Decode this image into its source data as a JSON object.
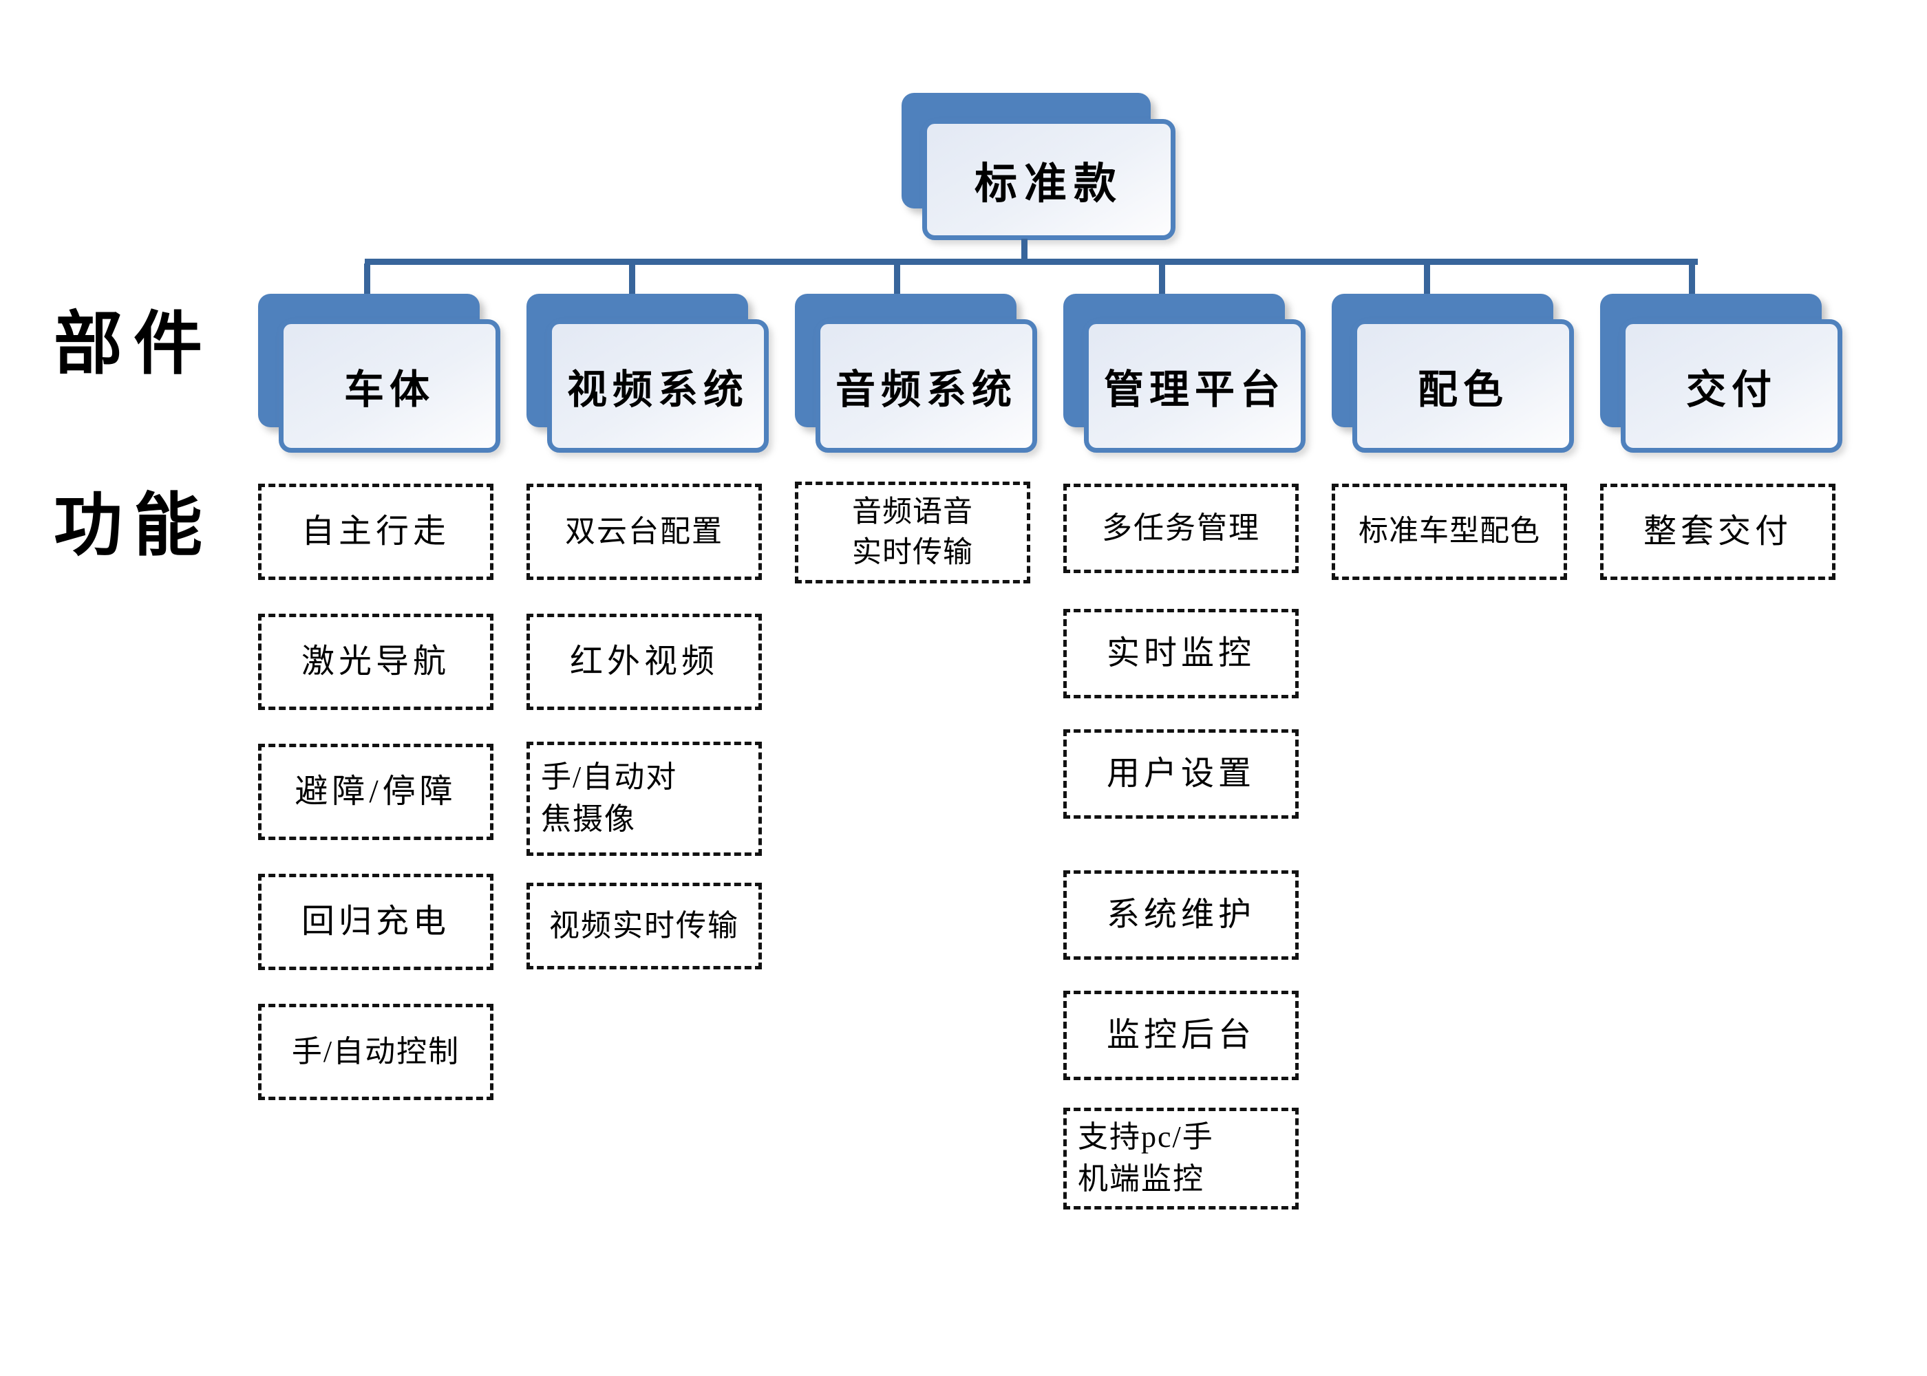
{
  "root_node": {
    "label": "标准款"
  },
  "side_labels": {
    "components": "部件",
    "functions": "功能"
  },
  "columns": [
    {
      "header": "车体",
      "functions": [
        "自主行走",
        "激光导航",
        "避障/停障",
        "回归充电",
        "手/自动控制"
      ]
    },
    {
      "header": "视频系统",
      "functions": [
        "双云台配置",
        "红外视频",
        "手/自动对\n焦摄像",
        "视频实时传输"
      ]
    },
    {
      "header": "音频系统",
      "functions": [
        "音频语音\n实时传输"
      ]
    },
    {
      "header": "管理平台",
      "functions": [
        "多任务管理",
        "实时监控",
        "用户设置",
        "系统维护",
        "监控后台",
        "支持pc/手\n机端监控"
      ]
    },
    {
      "header": "配色",
      "functions": [
        "标准车型配色"
      ]
    },
    {
      "header": "交付",
      "functions": [
        "整套交付"
      ]
    }
  ],
  "colors": {
    "node_blue": "#4f81bd",
    "connector_blue": "#38659b",
    "node_fill_light": "#edf1f8",
    "dashed_border": "#121212"
  }
}
